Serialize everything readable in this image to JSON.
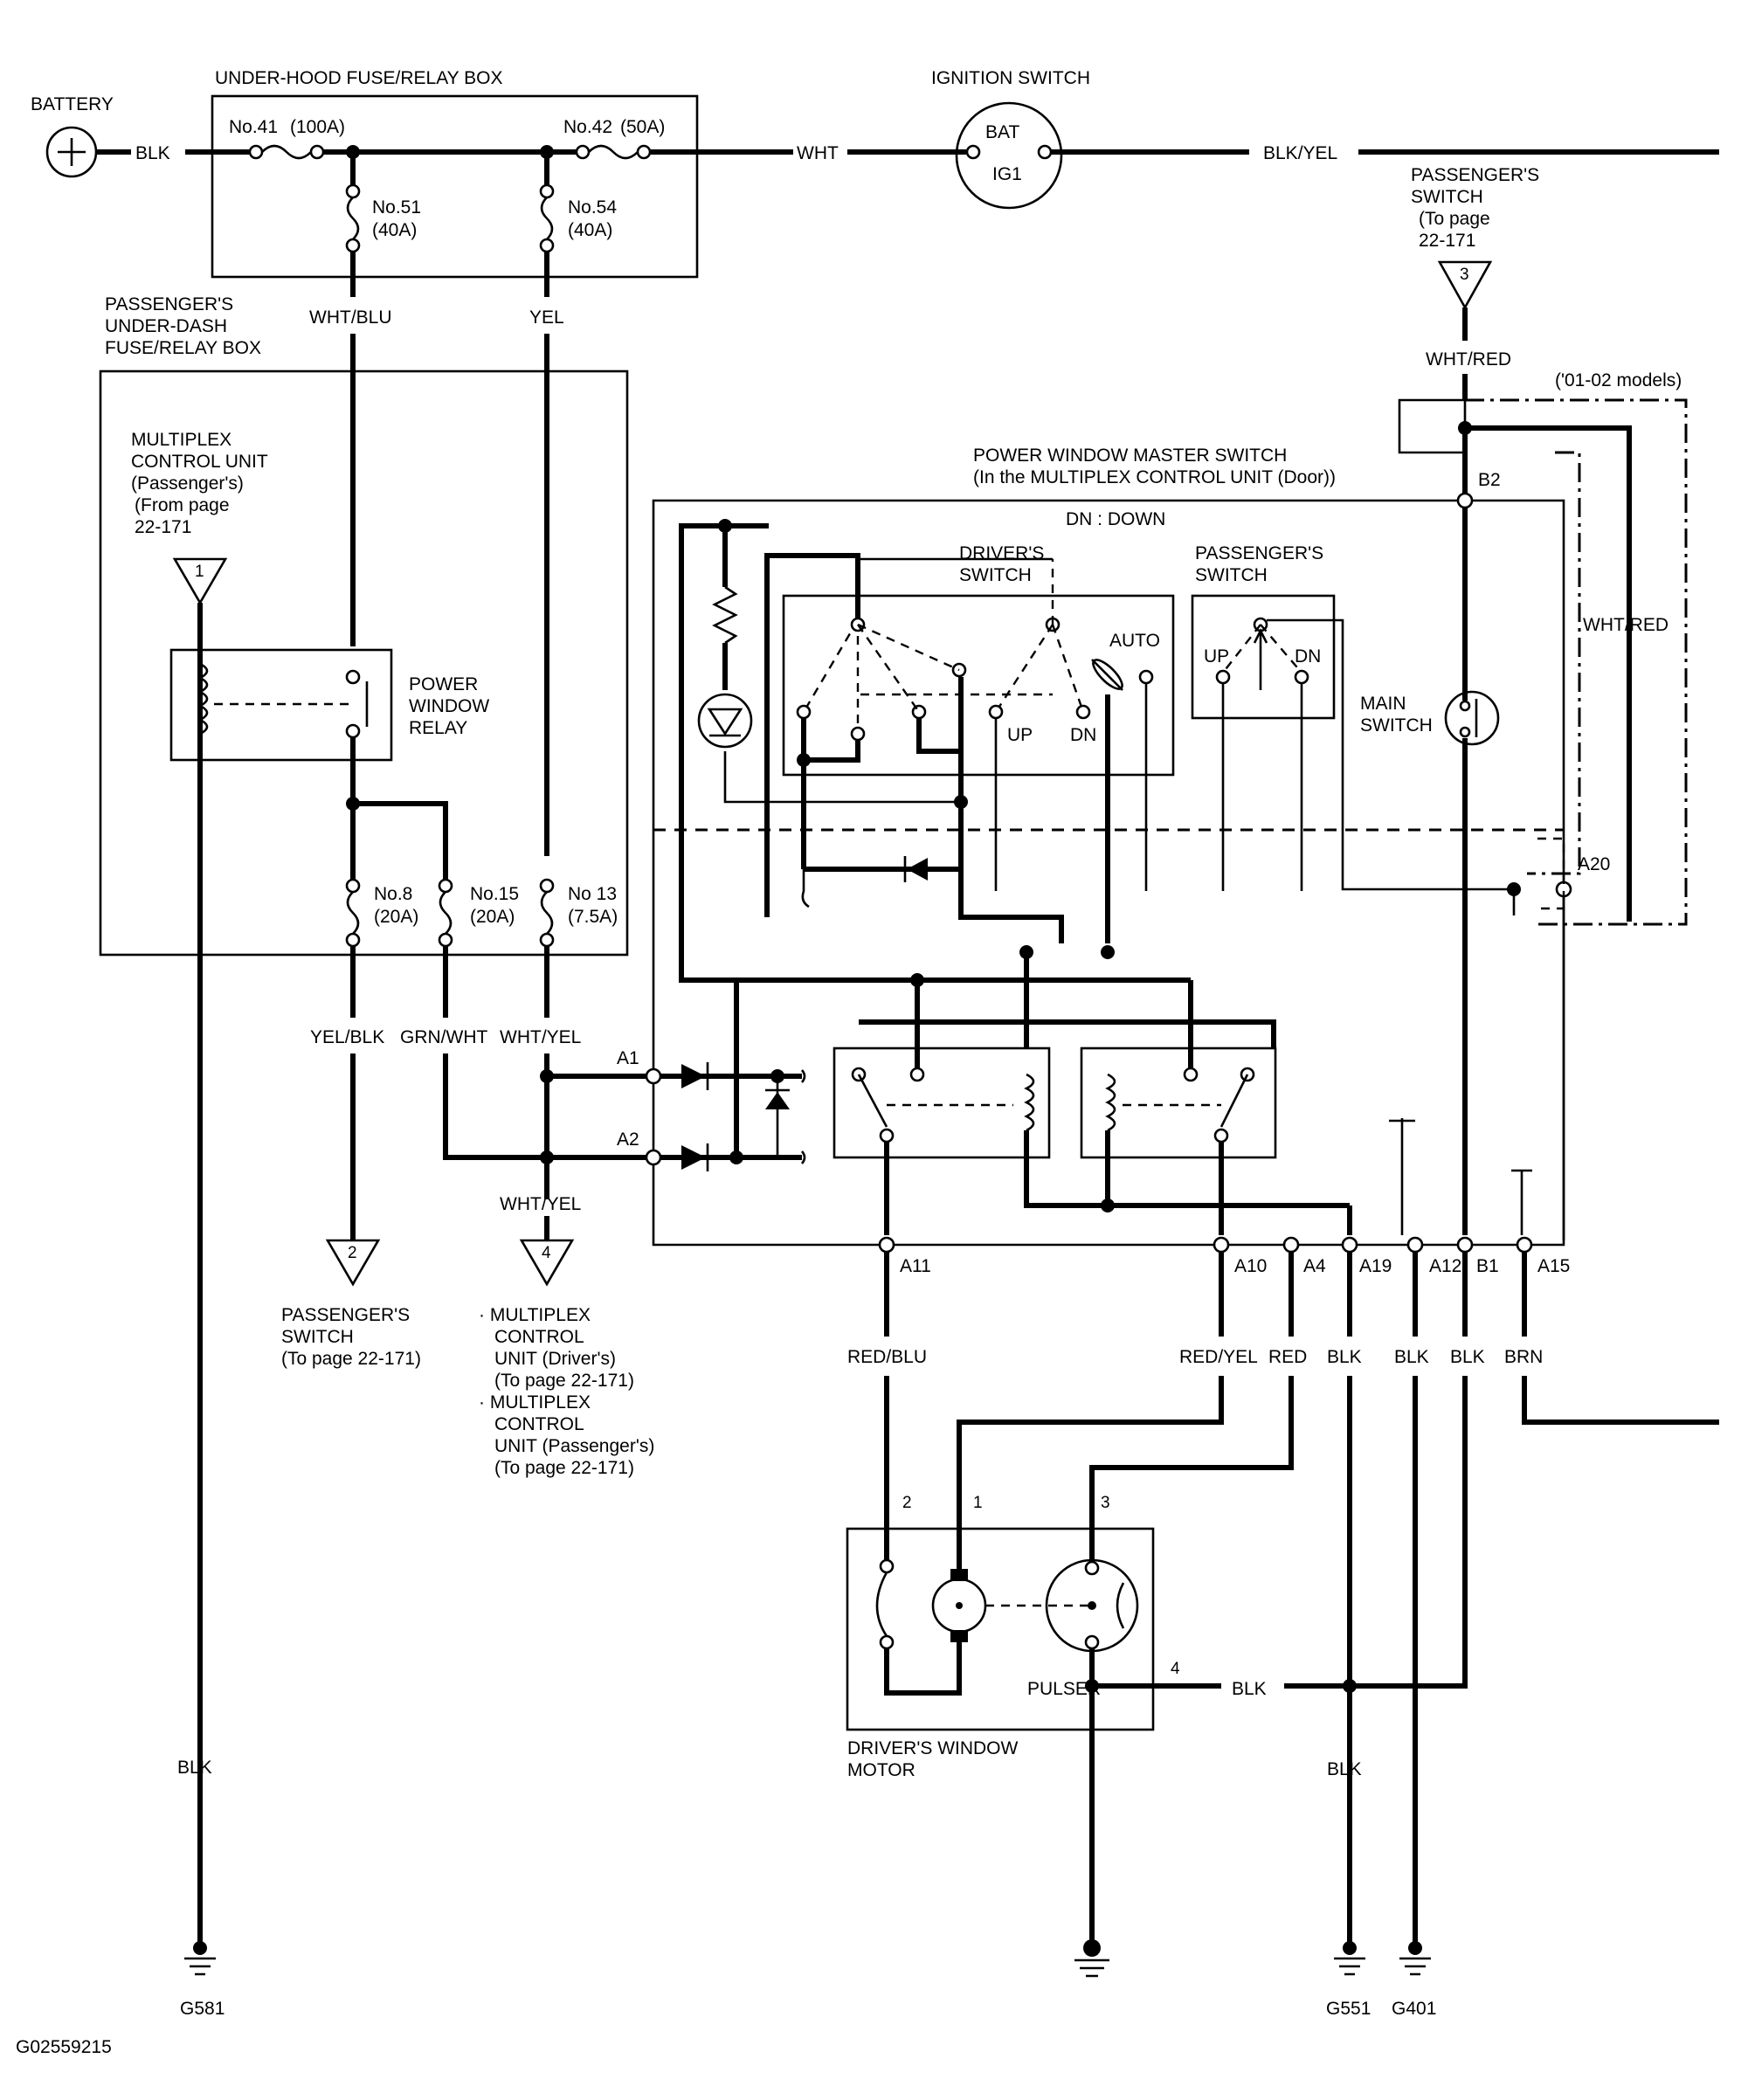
{
  "labels": {
    "battery": "BATTERY",
    "underhood_box": "UNDER-HOOD FUSE/RELAY BOX",
    "ignition_switch": "IGNITION SWITCH",
    "bat": "BAT",
    "ig1": "IG1",
    "pass_underdash_1": "PASSENGER'S",
    "pass_underdash_2": "UNDER-DASH",
    "pass_underdash_3": "FUSE/RELAY BOX",
    "mcu_1": "MULTIPLEX",
    "mcu_2": "CONTROL UNIT",
    "mcu_3": "(Passenger's)",
    "mcu_4": "(From page",
    "mcu_5": "22-171",
    "pwr_relay_1": "POWER",
    "pwr_relay_2": "WINDOW",
    "pwr_relay_3": "RELAY",
    "ps_top_1": "PASSENGER'S",
    "ps_top_2": "SWITCH",
    "ps_top_3": "(To page",
    "ps_top_4": "22-171",
    "models": "('01-02 models)",
    "master_1": "POWER WINDOW MASTER SWITCH",
    "master_2": "(In the MULTIPLEX CONTROL UNIT (Door))",
    "dn_down": "DN : DOWN",
    "drivers_switch_1": "DRIVER'S",
    "drivers_switch_2": "SWITCH",
    "pass_switch_1": "PASSENGER'S",
    "pass_switch_2": "SWITCH",
    "auto": "AUTO",
    "up": "UP",
    "dn": "DN",
    "main_switch_1": "MAIN",
    "main_switch_2": "SWITCH",
    "ps_bot_1": "PASSENGER'S",
    "ps_bot_2": "SWITCH",
    "ps_bot_3": "(To page 22-171)",
    "mcu_bot_1": "· MULTIPLEX",
    "mcu_bot_2": "CONTROL",
    "mcu_bot_3": "UNIT (Driver's)",
    "mcu_bot_4": "(To page 22-171)",
    "mcu_bot_5": "· MULTIPLEX",
    "mcu_bot_6": "CONTROL",
    "mcu_bot_7": "UNIT (Passenger's)",
    "mcu_bot_8": "(To page 22-171)",
    "pulser": "PULSER",
    "motor_1": "DRIVER'S WINDOW",
    "motor_2": "MOTOR",
    "figure_id": "G02559215"
  },
  "fuses": {
    "f41_a": "No.41",
    "f41_b": "(100A)",
    "f42_a": "No.42",
    "f42_b": "(50A)",
    "f51_a": "No.51",
    "f51_b": "(40A)",
    "f54_a": "No.54",
    "f54_b": "(40A)",
    "f8_a": "No.8",
    "f8_b": "(20A)",
    "f15_a": "No.15",
    "f15_b": "(20A)",
    "f13_a": "No 13",
    "f13_b": "(7.5A)"
  },
  "wires": {
    "blk": "BLK",
    "wht": "WHT",
    "blk_yel": "BLK/YEL",
    "wht_blu": "WHT/BLU",
    "yel": "YEL",
    "wht_red": "WHT/RED",
    "yel_blk": "YEL/BLK",
    "grn_wht": "GRN/WHT",
    "wht_yel": "WHT/YEL",
    "red_blu": "RED/BLU",
    "red_yel": "RED/YEL",
    "red": "RED",
    "brn": "BRN"
  },
  "connectors": {
    "a1": "A1",
    "a2": "A2",
    "a11": "A11",
    "a10": "A10",
    "a4": "A4",
    "a19": "A19",
    "a12": "A12",
    "b1": "B1",
    "a15": "A15",
    "b2": "B2",
    "a20": "A20"
  },
  "pins": {
    "p1": "1",
    "p2": "2",
    "p3": "3",
    "p4": "4"
  },
  "refs": {
    "r1": "1",
    "r2": "2",
    "r3": "3",
    "r4": "4"
  },
  "grounds": {
    "g581": "G581",
    "g551": "G551",
    "g401": "G401"
  }
}
